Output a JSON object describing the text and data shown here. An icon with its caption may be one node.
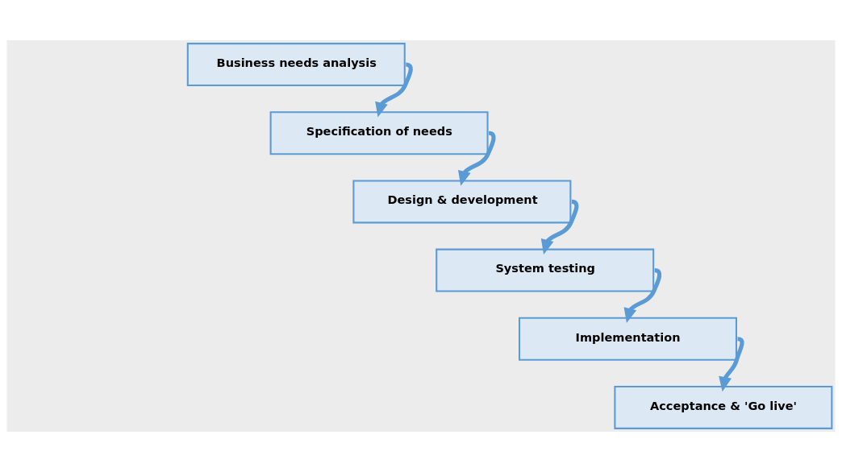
{
  "diagram": {
    "nodes": [
      {
        "text": [
          "Business needs analysis"
        ]
      },
      {
        "text": [
          "Specification of needs"
        ]
      },
      {
        "text": [
          "Design & development"
        ]
      },
      {
        "text": [
          "System testing"
        ]
      },
      {
        "text": [
          "Implementation"
        ]
      },
      {
        "text": [
          "Acceptance & 'Go live'"
        ]
      }
    ],
    "edges": [
      {
        "from": 0,
        "to": 1,
        "arrow": "to"
      },
      {
        "from": 1,
        "to": 2,
        "arrow": "to"
      },
      {
        "from": 2,
        "to": 3,
        "arrow": "to"
      },
      {
        "from": 3,
        "to": 4,
        "arrow": "to"
      },
      {
        "from": 4,
        "to": 5,
        "arrow": "to"
      }
    ]
  }
}
